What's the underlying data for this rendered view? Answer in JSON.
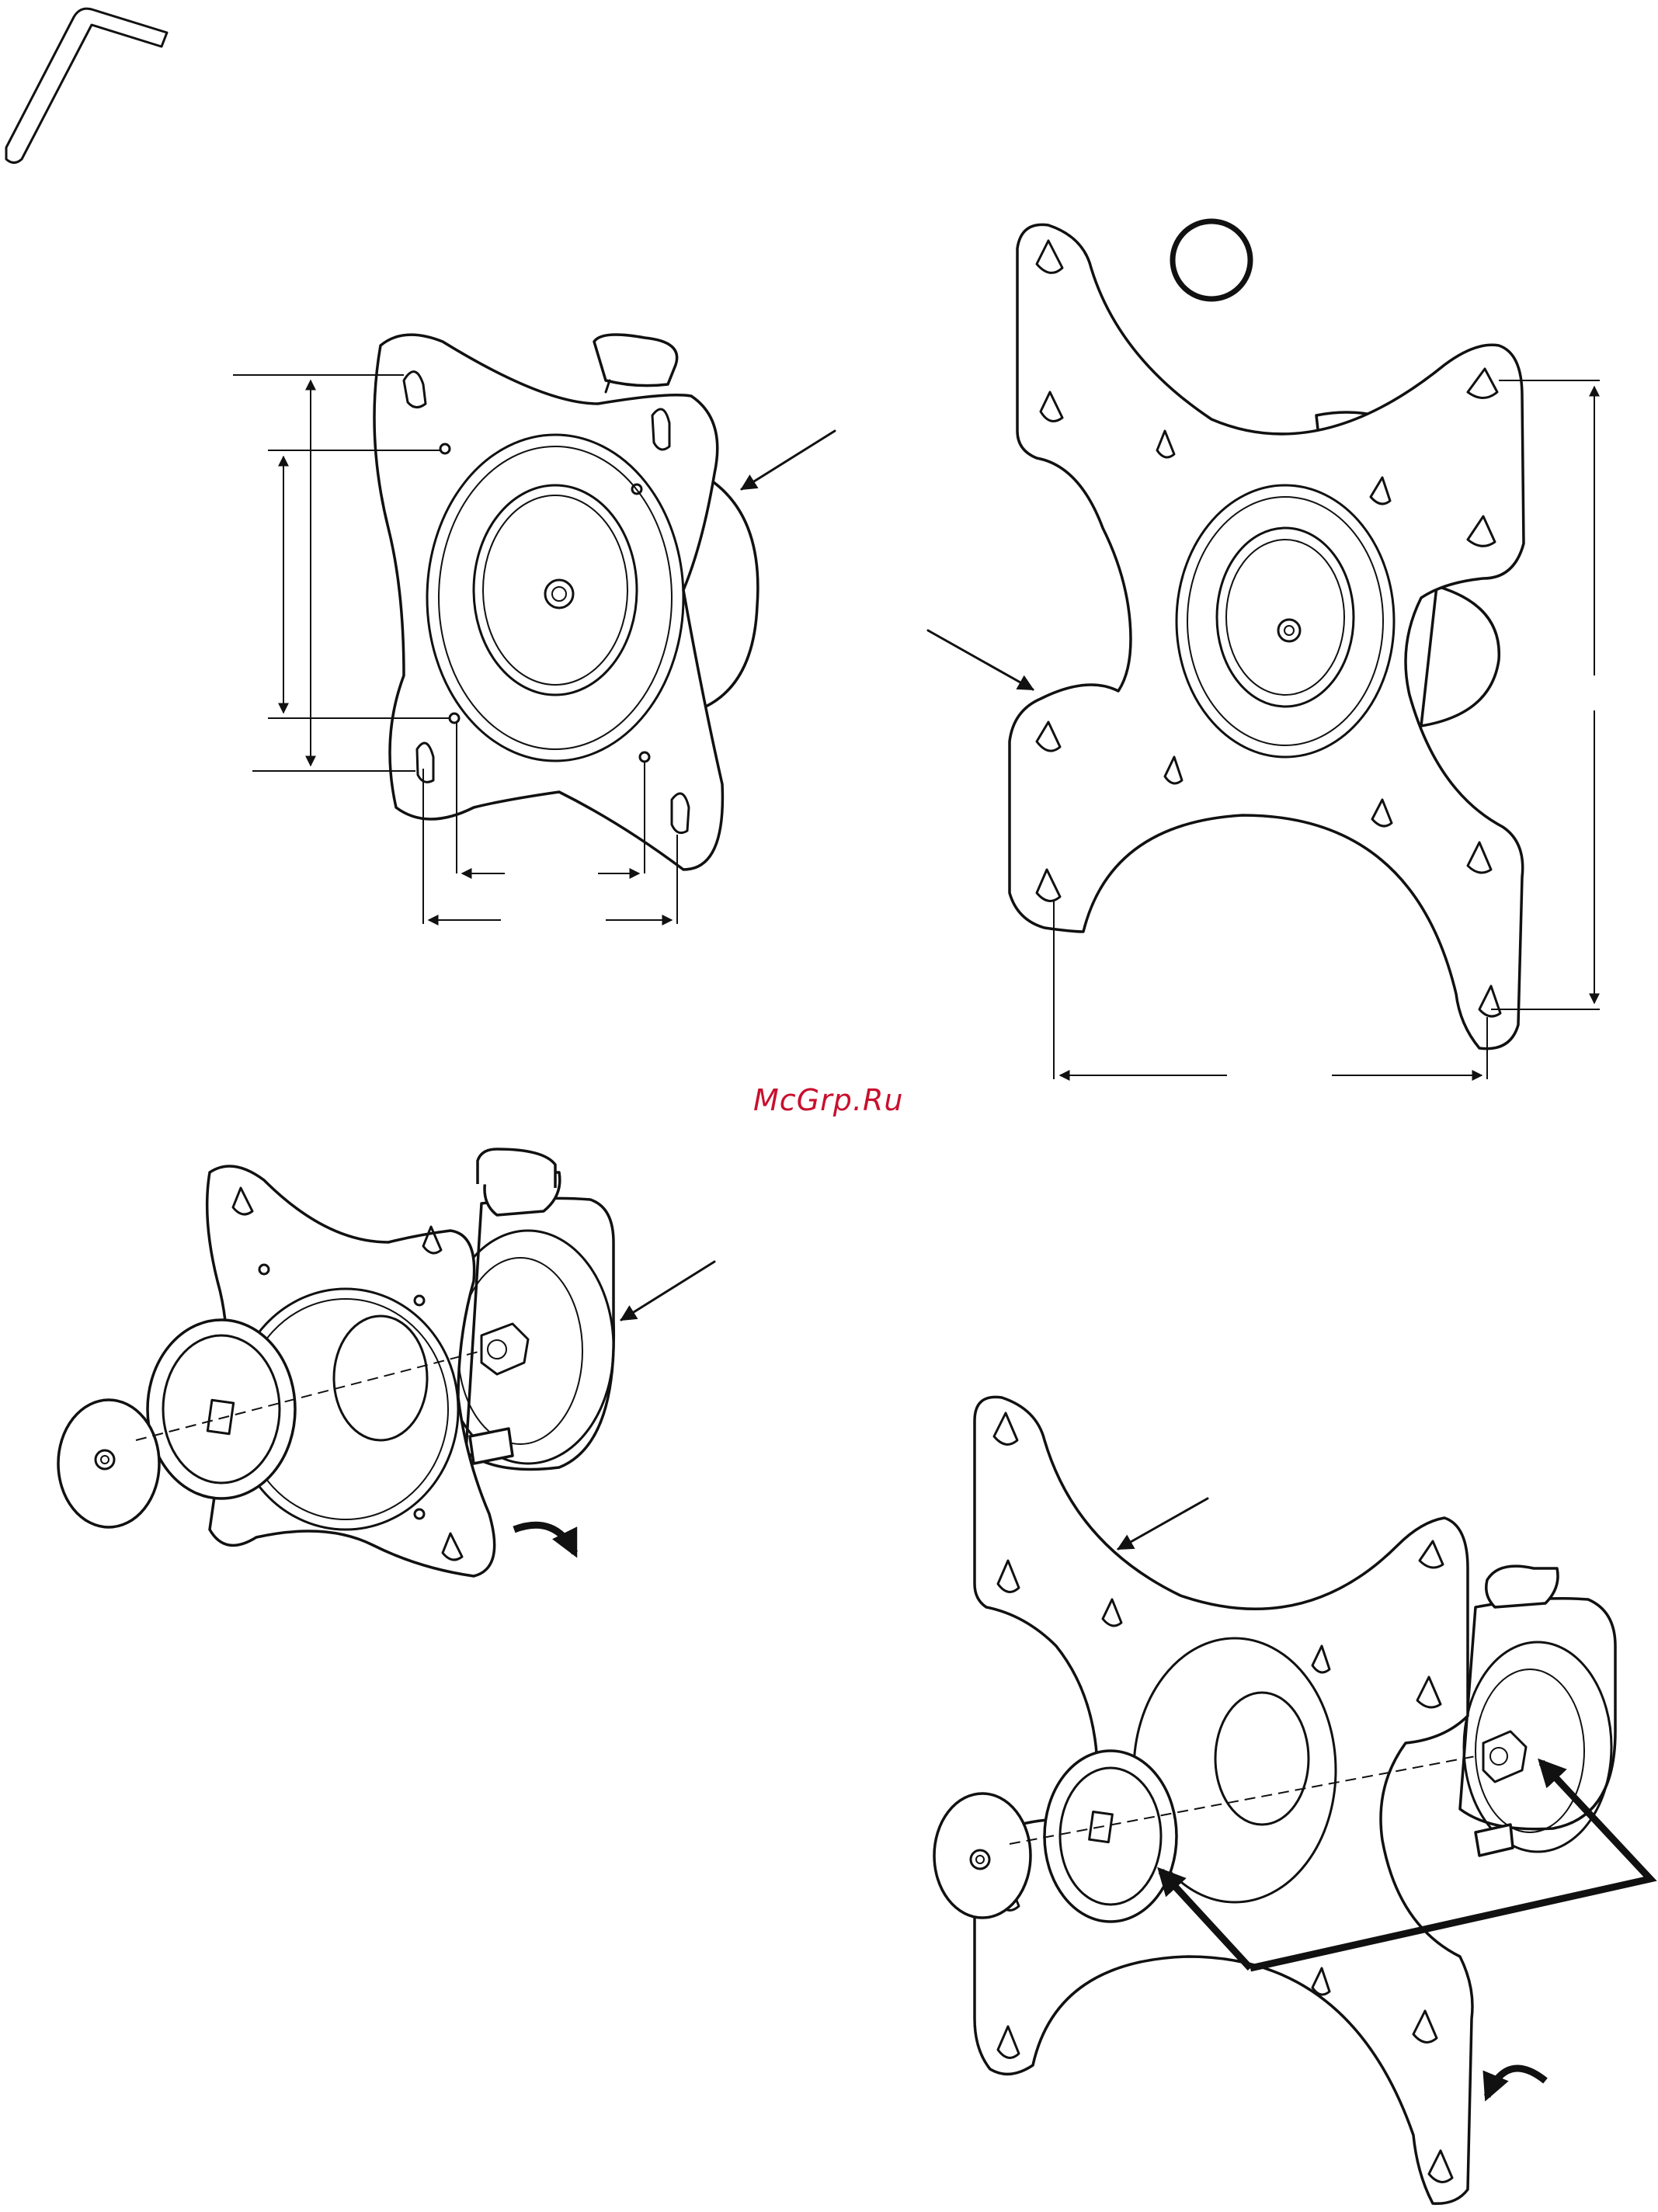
{
  "watermark": {
    "text": "McGrp.Ru",
    "color": "#c8102e"
  },
  "figures": [
    {
      "name": "hex-key-tool",
      "icon": "allen-key-icon"
    },
    {
      "name": "small-vesa-plate-dimensioned",
      "icon": "mounting-plate-icon"
    },
    {
      "name": "large-vesa-adapter-plate-dimensioned",
      "icon": "adapter-plate-icon"
    },
    {
      "name": "small-plate-exploded-assembly",
      "icon": "exploded-view-icon"
    },
    {
      "name": "adapter-plate-exploded-assembly",
      "icon": "exploded-view-icon"
    }
  ]
}
